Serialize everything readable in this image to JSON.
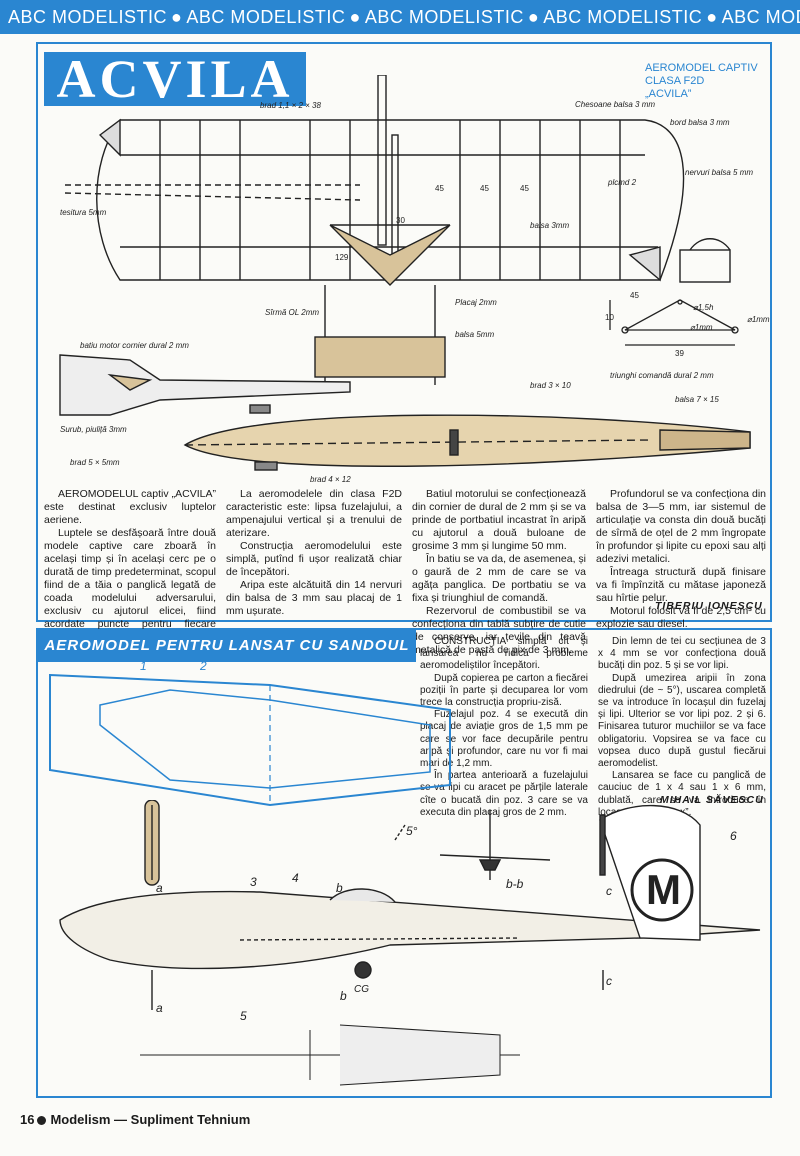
{
  "banner": {
    "repeat_text": "ABC MODELISTIC",
    "separator": "●"
  },
  "acvila": {
    "title": "ACVILA",
    "subtitle_lines": [
      "AEROMODEL CAPTIV",
      "CLASA F2D",
      "„ACVILA”"
    ],
    "labels": {
      "brad": "brad 1,1 × 2 × 38",
      "chesoane": "Chesoane balsa 3 mm",
      "bord_balsa": "bord balsa 3 mm",
      "nervuri_balsa": "nervuri balsa 5 mm",
      "placaj_2mm_a": "plcmd 2",
      "tesitura": "tesitura 5mm",
      "balsa_3mm": "balsa 3mm",
      "dim_45a": "45",
      "dim_45b": "45",
      "dim_45c": "45",
      "dim_30": "30",
      "dim_129": "129",
      "dim_45d": "45",
      "dim_39": "39",
      "dim_10": "10",
      "dim_15": "⌀1,5h",
      "dim_1mm": "⌀1mm",
      "dim_1mm_b": "⌀1mm",
      "sirma": "Sîrmă OL 2mm",
      "placaj": "Placaj 2mm",
      "balsa_5mm": "balsa 5mm",
      "batiu": "batiu motor cornier dural 2 mm",
      "surub": "Surub, piuliță 3mm",
      "brad_3x10": "brad 3 × 10",
      "balsa_7x15": "balsa 7 × 15",
      "brad_5x5": "brad 5 × 5mm",
      "brad_4x12": "brad 4 × 12",
      "triunghi": "triunghi comandă dural 2 mm"
    },
    "article": [
      "AEROMODELUL captiv „ACVILA” este destinat exclusiv luptelor aeriene.",
      "Luptele se desfășoară între două modele captive care zboară în același timp și în același cerc pe o durată de timp predeterminat, scopul fiind de a tăia o panglică legată de coada modelului adversarului, exclusiv cu ajutorul elicei, fiind acordate puncte pentru fiecare tăiere.",
      "La aeromodelele din clasa F2D caracteristic este: lipsa fuzelajului, a ampenajului vertical și a trenului de aterizare.",
      "Construcția aeromodelului este simplă, putînd fi ușor realizată chiar de începători.",
      "Aripa este alcătuită din 14 nervuri din balsa de 3 mm sau placaj de 1 mm ușurate.",
      "Batiul motorului se confecționează din cornier de dural de 2 mm și se va prinde de portbatiul incastrat în aripă cu ajutorul a două buloane de grosime 3 mm și lungime 50 mm.",
      "În batiu se va da, de asemenea, și o gaură de 2 mm de care se va agăța panglica. De portbatiu se va fixa și triunghiul de comandă.",
      "Rezervorul de combustibil se va confecționa din tablă subțire de cutie de conserve, iar țevile din țeavă metalică de pastă de pix de 3 mm.",
      "Profundorul se va confecționa din balsa de 3—5 mm, iar sistemul de articulație va consta din două bucăți de sîrmă de oțel de 2 mm îngropate în profundor și lipite cu epoxi sau alți adezivi metalici.",
      "Întreaga structură după finisare va fi împînzită cu mătase japoneză sau hîrtie pelur.",
      "Motorul folosit va fi de 2,5 cm³ cu explozie sau diesel."
    ],
    "author": "TIBERIU IONESCU"
  },
  "sandoul": {
    "title": "AEROMODEL PENTRU LANSAT CU SANDOUL",
    "article": [
      "CONSTRUCȚIA simplă cît și lansarea nu ridică probleme aeromodeliștilor începători.",
      "După copierea pe carton a fiecărei poziții în parte și decuparea lor vom trece la construcția propriu-zisă.",
      "Fuzelajul poz. 4 se execută din placaj de aviație gros de 1,5 mm pe care se vor face decupările pentru aripă și profundor, care nu vor fi mai mari de 1,2 mm.",
      "În partea anterioară a fuzelajului se va lipi cu aracet pe părțile laterale cîte o bucată din poz. 3 care se va executa din placaj gros de 2 mm.",
      "Din lemn de tei cu secțiunea de 3 x 4 mm se vor confecționa două bucăți din poz. 5 și se vor lipi.",
      "După umezirea aripii în zona diedrului (de ~ 5°), uscarea completă se va introduce în locașul din fuzelaj și lipi. Ulterior se vor lipi poz. 2 și 6. Finisarea tuturor muchiilor se va face obligatoriu. Vopsirea se va face cu vopsea duco după gustul fiecărui aeromodelist.",
      "Lansarea se face cu panglică de cauciuc de 1 x 4 sau 1 x 6 mm, dublată, care se va introduce în locașul indicat cu „x”."
    ],
    "author": "MIHAIL SĂVESCU",
    "labels": {
      "pos1": "1",
      "pos2": "2",
      "pos3": "3",
      "pos4": "4",
      "pos5": "5",
      "pos6": "6",
      "sec_a": "a",
      "sec_a2": "a",
      "sec_b": "b",
      "sec_b2": "b",
      "sec_bb": "b-b",
      "sec_c": "c",
      "sec_c2": "c",
      "angle": "5°",
      "cg": "CG",
      "fin_letter": "M"
    }
  },
  "footer": {
    "page": "16",
    "text": "Modelism — Supliment Tehnium"
  },
  "colors": {
    "accent": "#2a86d1",
    "wood": "#d8c39a"
  }
}
